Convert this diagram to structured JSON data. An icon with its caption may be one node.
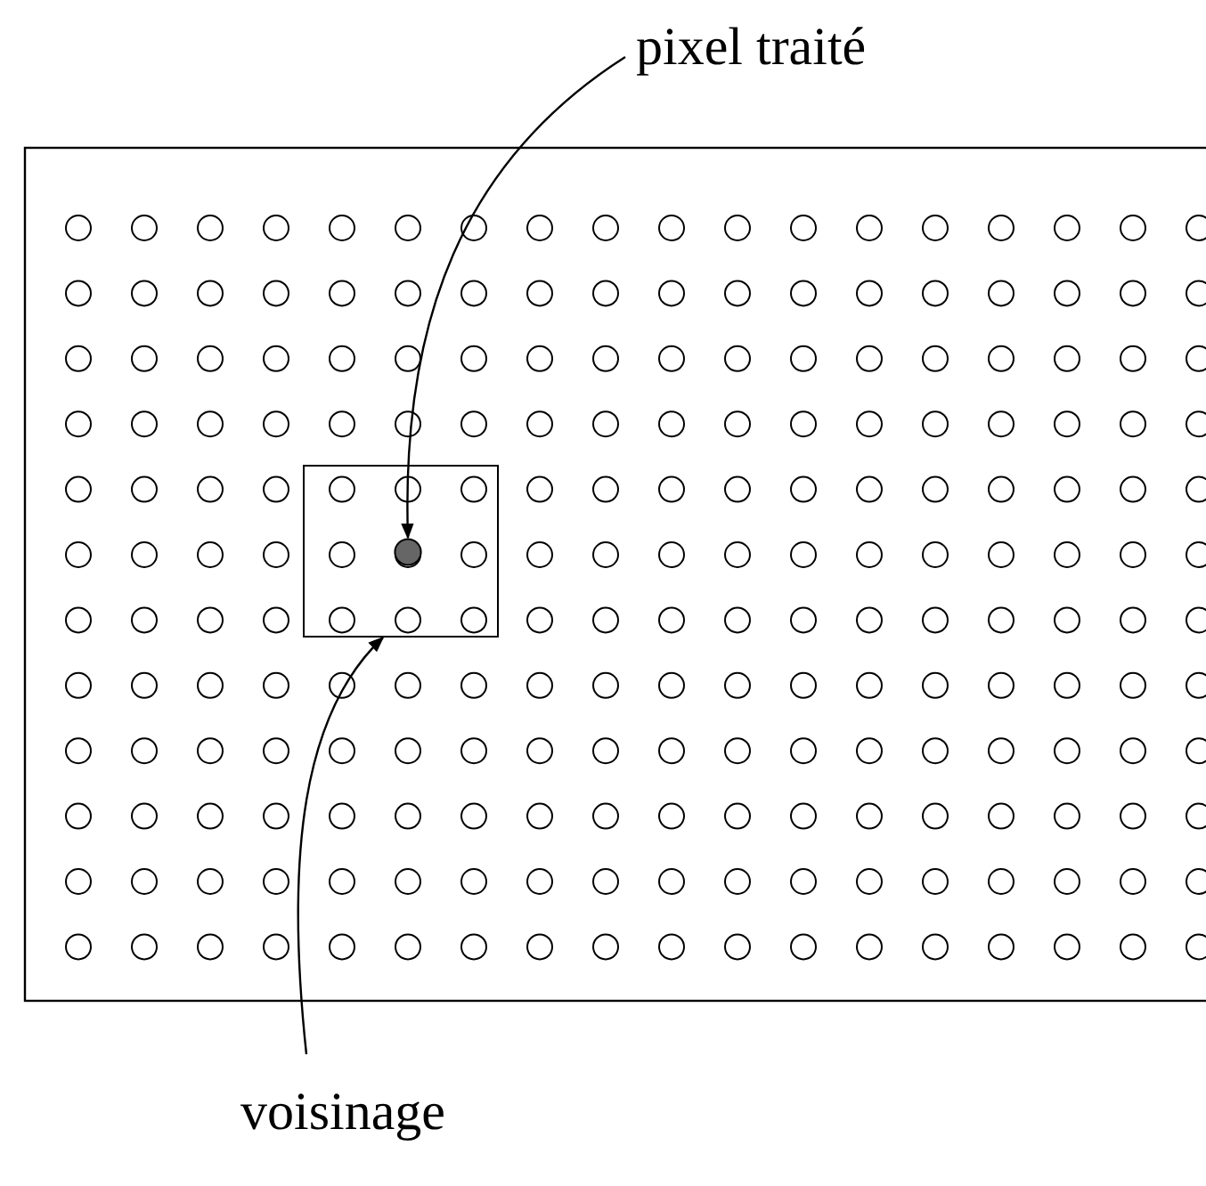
{
  "diagram": {
    "nodes": [
      {
        "text": [
          "pixel traité"
        ]
      },
      {
        "text": [],
        "shape": "box"
      },
      {
        "text": [],
        "shape": "circle",
        "in": 1
      },
      {
        "text": [
          "voisinage"
        ]
      }
    ],
    "edges": [
      {
        "from": 0,
        "to": 2,
        "arrow": "to"
      },
      {
        "from": 3,
        "to": 1,
        "arrow": "to"
      }
    ]
  }
}
